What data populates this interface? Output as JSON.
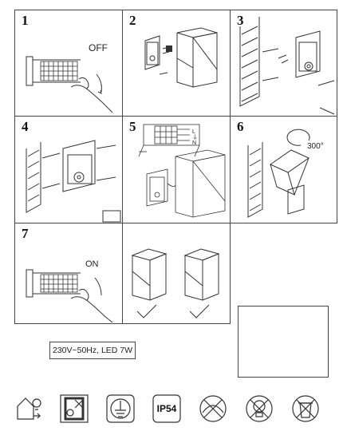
{
  "steps": [
    {
      "number": "1",
      "text": "OFF"
    },
    {
      "number": "2"
    },
    {
      "number": "3"
    },
    {
      "number": "4"
    },
    {
      "number": "5",
      "wires": [
        "L",
        "⏚",
        "N"
      ]
    },
    {
      "number": "6",
      "angle": "300°"
    },
    {
      "number": "7",
      "text": "ON"
    }
  ],
  "specification": "230V~50Hz, LED 7W",
  "icons": [
    {
      "name": "indoor-outdoor-icon"
    },
    {
      "name": "no-recessed-icon"
    },
    {
      "name": "earth-ground-icon"
    },
    {
      "name": "ip-rating-icon",
      "label": "IP54"
    },
    {
      "name": "no-cover-icon"
    },
    {
      "name": "no-bulb-disposal-icon"
    },
    {
      "name": "no-dustbin-icon"
    }
  ]
}
